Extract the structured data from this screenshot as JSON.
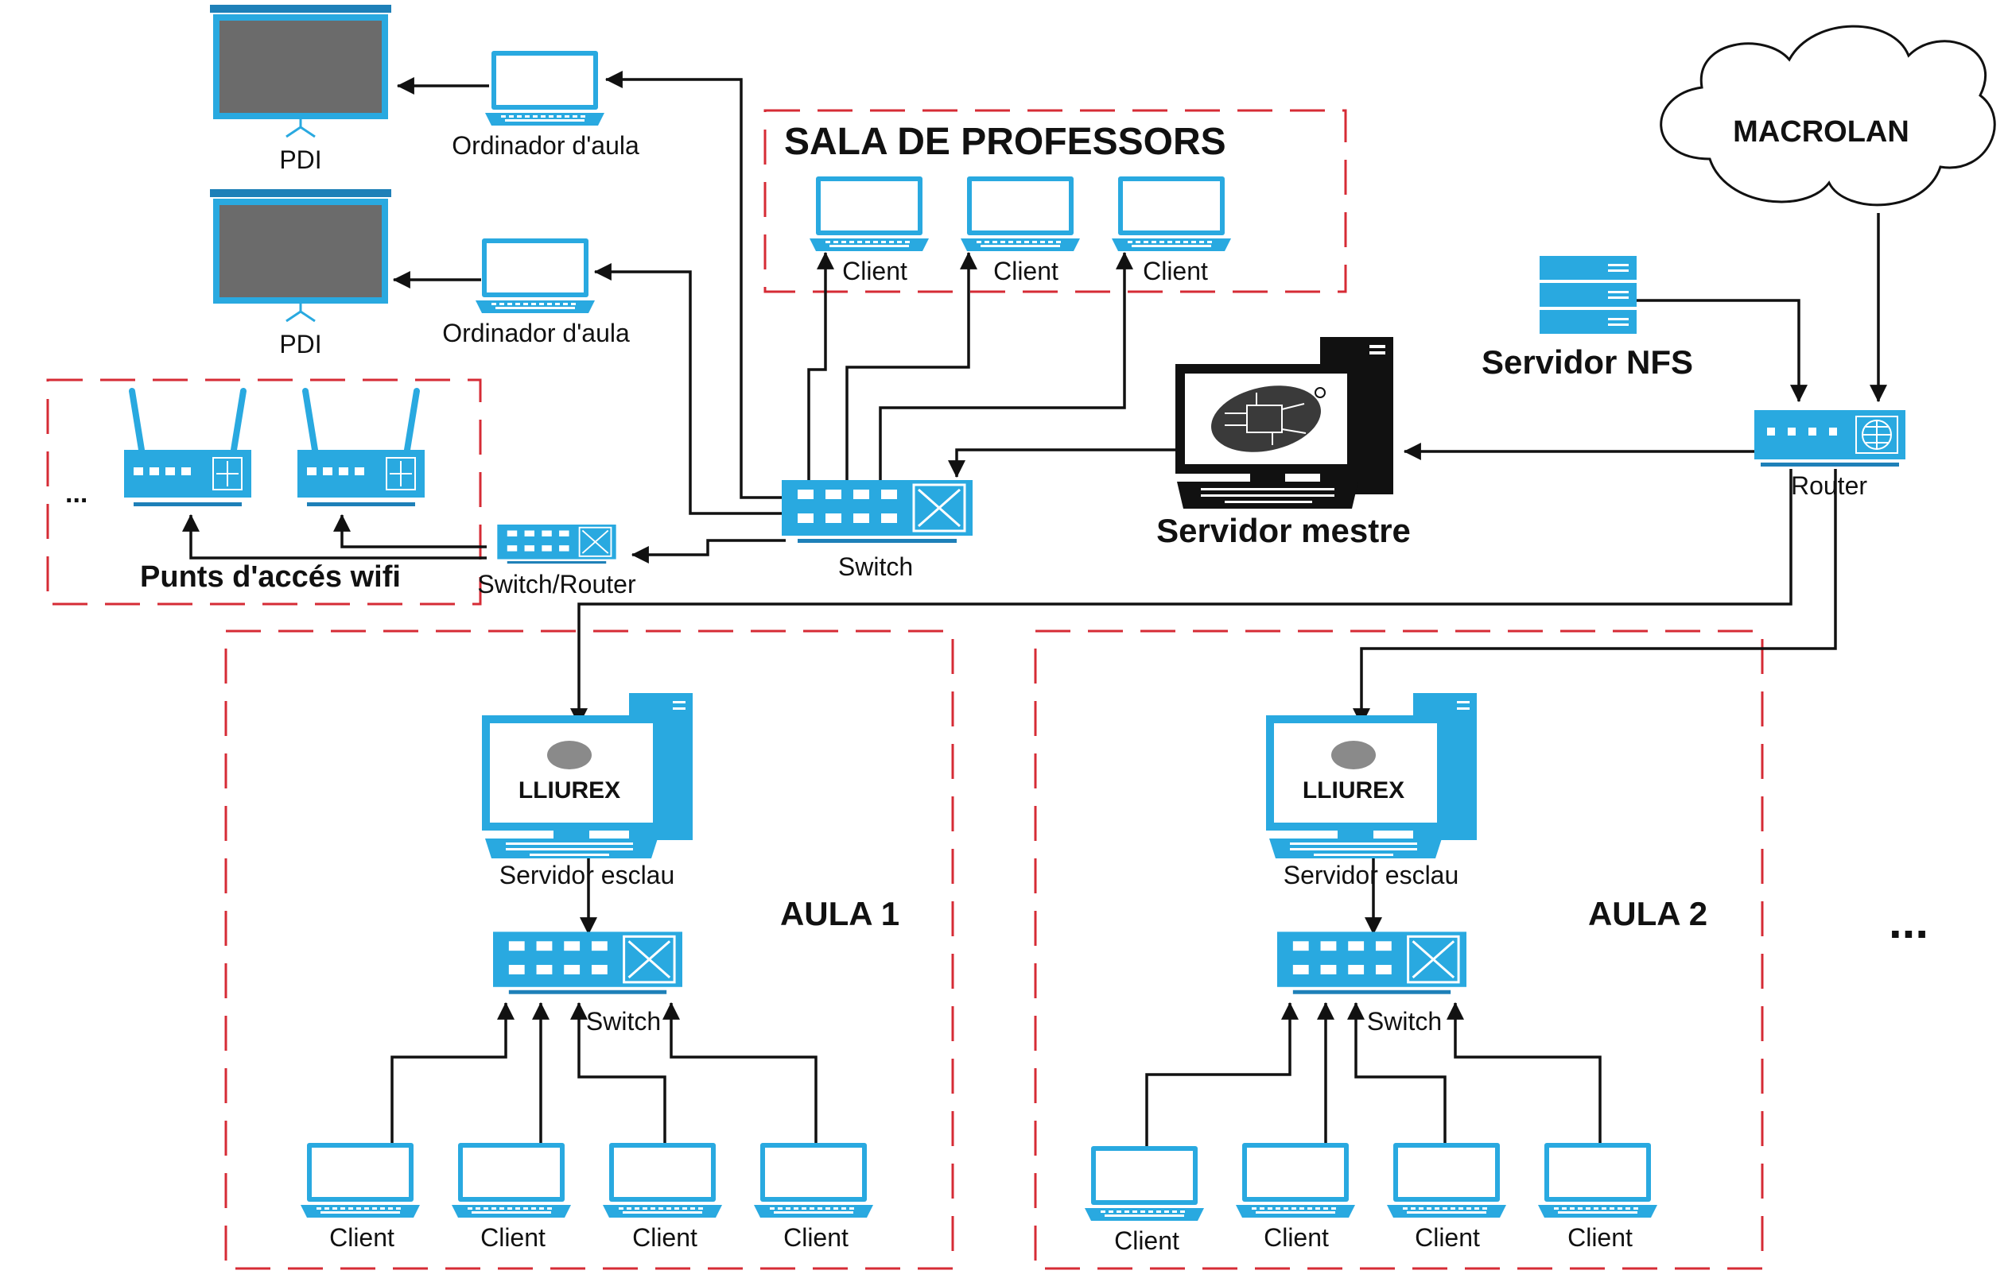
{
  "colors": {
    "device": "#29a9e0",
    "device_dark": "#1e80b8",
    "group_border": "#d62b35",
    "wire": "#111111",
    "pdi_screen": "#6b6b6b"
  },
  "labels": {
    "pdi": "PDI",
    "ordinador_aula": "Ordinador d'aula",
    "client": "Client",
    "switch": "Switch",
    "switch_router": "Switch/Router",
    "router": "Router",
    "servidor_nfs": "Servidor NFS",
    "servidor_mestre": "Servidor mestre",
    "servidor_esclau": "Servidor esclau",
    "macrolan": "MACROLAN",
    "lliurex": "LLIUREX",
    "ellipsis": "...",
    "more_classrooms": "..."
  },
  "groups": {
    "sala_professors": "SALA DE PROFESSORS",
    "punts_wifi": "Punts d'accés wifi",
    "aula1": "AULA 1",
    "aula2": "AULA 2"
  },
  "icons": {
    "pdi": "interactive-whiteboard-icon",
    "laptop": "laptop-icon",
    "switch": "network-switch-icon",
    "access_point": "wifi-access-point-icon",
    "server_rack": "server-rack-icon",
    "router": "router-icon",
    "cloud": "cloud-icon",
    "desktop_server": "desktop-server-icon"
  }
}
